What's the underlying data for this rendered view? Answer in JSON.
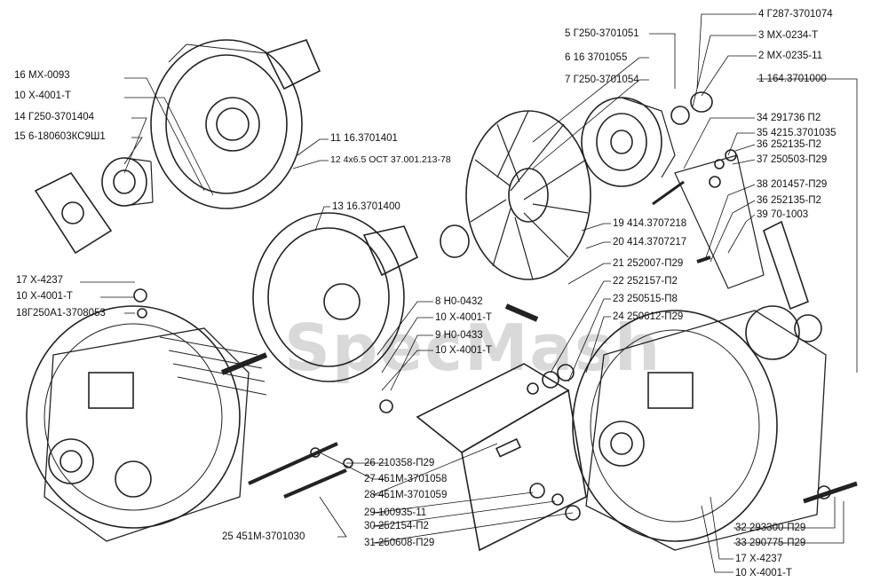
{
  "watermark": "SpecMash",
  "labels": {
    "l16": "16 МХ-0093",
    "l10a": "10 Х-4001-Т",
    "l14": "14 Г250-3701404",
    "l15": "15 6-180603КС9Ш1",
    "l17a": "17 Х-4237",
    "l10b": "10 Х-4001-Т",
    "l18": "18Г250А1-3708053",
    "l11": "11 16.3701401",
    "l12": "12 4х6.5 ОСТ 37.001.213-78",
    "l13": "13 16.3701400",
    "l8": "8 Н0-0432",
    "l10c": "10 Х-4001-Т",
    "l9": "9 Н0-0433",
    "l10d": "10 Х-4001-Т",
    "l5": "5 Г250-3701051",
    "l6": "6 16 3701055",
    "l7": "7 Г250-3701054",
    "l19": "19 414.3707218",
    "l20": "20 414.3707217",
    "l21": "21 252007-П29",
    "l22": "22 252157-П2",
    "l23": "23 250515-П8",
    "l24": "24 250612-П29",
    "l4": "4 Г287-3701074",
    "l3": "3 МХ-0234-Т",
    "l2": "2 МХ-0235-11",
    "l1": "1 164.3701000",
    "l34": "34 291736 П2",
    "l35": "35 4215.3701035",
    "l36a": "36 252135-П2",
    "l37": "37 250503-П29",
    "l38": "38 201457-П29",
    "l36b": "36 252135-П2",
    "l39": "39 70-1003",
    "l26": "26 210358-П29",
    "l27": "27 451М-3701058",
    "l28": "28 451М-3701059",
    "l29": "29 100935-11",
    "l30": "30 252154-П2",
    "l31": "31 250608-П29",
    "l25": "25 451М-3701030",
    "l32": "32 293300-П29",
    "l33": "33 290775-П29",
    "l17b": "17 Х-4237",
    "l10e": "10 Х-4001-Т"
  }
}
